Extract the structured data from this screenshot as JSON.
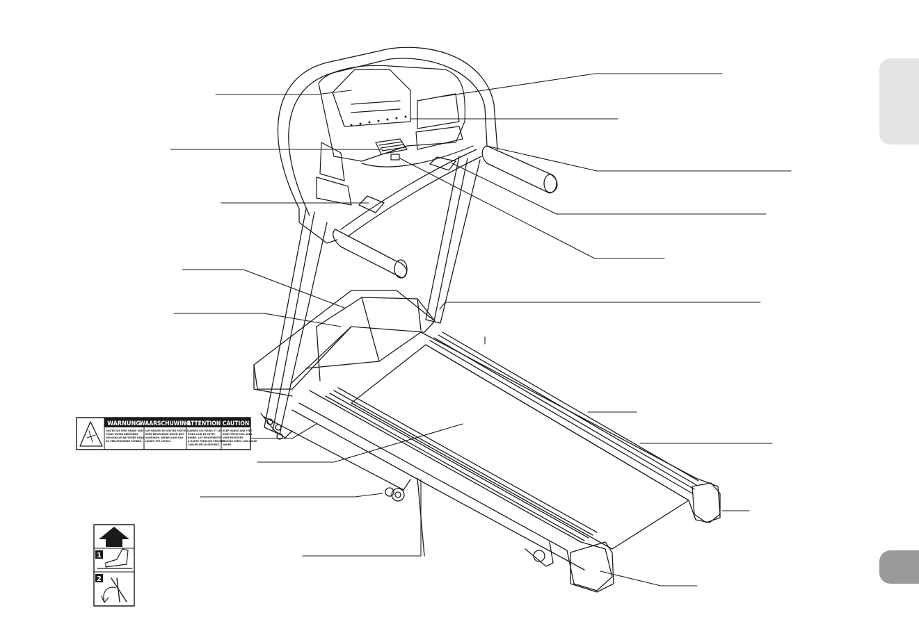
{
  "warning_label": {
    "headers": [
      "WARNUNG",
      "WAARSCHUWING",
      "ATTENTION",
      "CAUTION"
    ],
    "body": [
      [
        "HALTEN SIE IHRE HÄNDE UND",
        "FÜSSE UNTEN BERÜHREN",
        "INSOLOKALE-ABSTÄNDE KANN",
        "ZU VERLETZUNGEN FÜHREN."
      ],
      [
        "UW HANDEN EN VOETEN MOETEN",
        "DEZE BEWEGENDE DELEN NIET",
        "AANRAKEN. BEKNELLING KAN",
        "LEIDEN TOT LETSEL."
      ],
      [
        "GARDER LES MAINS ET LES",
        "PIEDS LOIN DE CETTE",
        "BANDE. LES MOUVEMENTS",
        "À HAUTE PRESSION PEUVENT",
        "CAUSER DES BLESSURES."
      ],
      [
        "KEEP HANDS AND FEET",
        "AWAY FROM THIS AREA.",
        "HIGH-PRESSURE",
        "MOVING PARTS CAN CAUSE",
        "INJURY."
      ]
    ]
  },
  "step_label": {
    "steps": [
      "1",
      "2"
    ]
  },
  "colors": {
    "line": "#1a1a1a",
    "tab_light": "#e4e4e4",
    "tab_dark": "#9a9a9a"
  }
}
